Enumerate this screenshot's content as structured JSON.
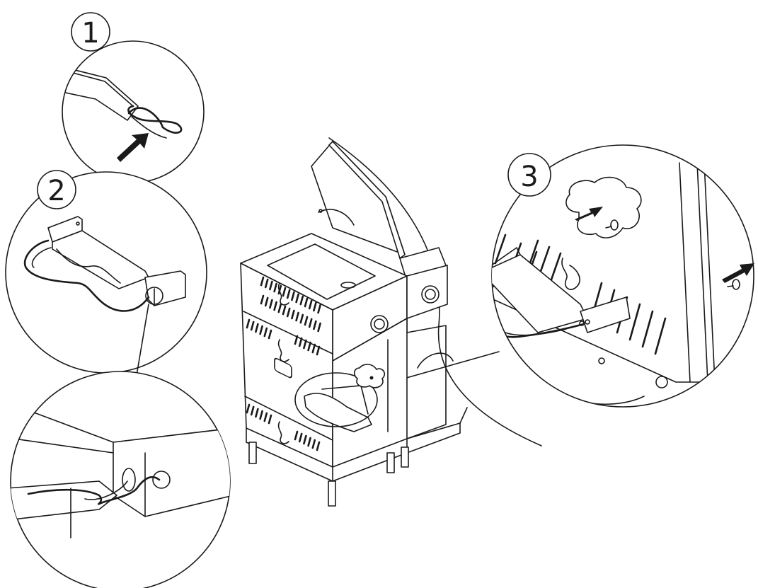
{
  "steps": [
    {
      "number": "1"
    },
    {
      "number": "2"
    },
    {
      "number": "3"
    }
  ],
  "colors": {
    "line": "#1a1a1a",
    "background": "#ffffff"
  }
}
